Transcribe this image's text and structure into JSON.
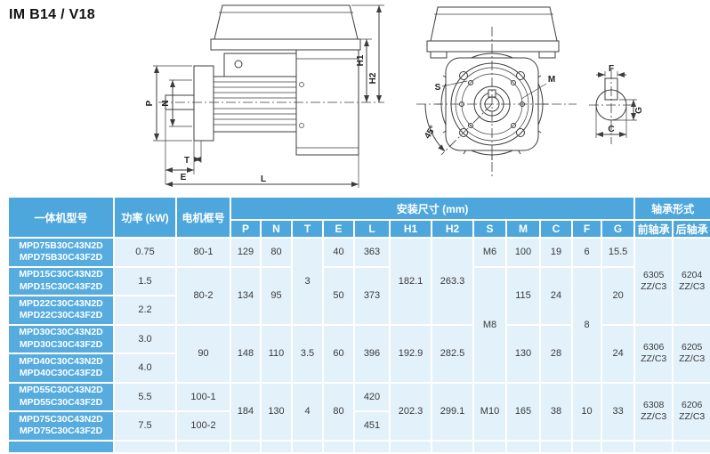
{
  "title": "IM B14 / V18",
  "drawing": {
    "side": {
      "p": "P",
      "n": "N",
      "t": "T",
      "e": "E",
      "l": "L",
      "h1": "H1",
      "h2": "H2"
    },
    "front": {
      "s": "S",
      "m": "M",
      "angle": "45°"
    },
    "shaft": {
      "f": "F",
      "g": "G",
      "c": "C"
    }
  },
  "table": {
    "header": {
      "model": "一体机型号",
      "power": "功率 (kW)",
      "frame": "电机框号",
      "mounting": "安装尺寸 (mm)",
      "bearing": "轴承形式",
      "dims": [
        "P",
        "N",
        "T",
        "E",
        "L",
        "H1",
        "H2",
        "S",
        "M",
        "C",
        "F",
        "G"
      ],
      "front": "前轴承",
      "rear": "后轴承"
    },
    "rows": [
      {
        "m1": "MPD75B30C43N2D",
        "m2": "MPD75B30C43F2D",
        "power": "0.75"
      },
      {
        "m1": "MPD15C30C43N2D",
        "m2": "MPD15C30C43F2D",
        "power": "1.5"
      },
      {
        "m1": "MPD22C30C43N2D",
        "m2": "MPD22C30C43F2D",
        "power": "2.2"
      },
      {
        "m1": "MPD30C30C43N2D",
        "m2": "MPD30C30C43F2D",
        "power": "3.0"
      },
      {
        "m1": "MPD40C30C43N2D",
        "m2": "MPD40C30C43F2D",
        "power": "4.0"
      },
      {
        "m1": "MPD55C30C43N2D",
        "m2": "MPD55C30C43F2D",
        "power": "5.5"
      },
      {
        "m1": "MPD75C30C43N2D",
        "m2": "MPD75C30C43F2D",
        "power": "7.5"
      }
    ],
    "cells": {
      "r1": {
        "frame": "80-1",
        "P": "129",
        "N": "80",
        "E": "40",
        "L": "363",
        "S": "M6",
        "M": "100",
        "C": "19",
        "F": "6",
        "G": "15.5"
      },
      "r1_3": {
        "T": "3",
        "H1": "182.1",
        "H2": "263.3",
        "front": "6305\nZZ/C3",
        "rear": "6204\nZZ/C3"
      },
      "r2_3": {
        "frame": "80-2",
        "P": "134",
        "N": "95",
        "E": "50",
        "L": "373",
        "M": "115",
        "C": "24",
        "G": "20"
      },
      "r2_5": {
        "S": "M8",
        "F": "8"
      },
      "r4_5": {
        "frame": "90",
        "P": "148",
        "N": "110",
        "T": "3.5",
        "E": "60",
        "L": "396",
        "H1": "192.9",
        "H2": "282.5",
        "M": "130",
        "C": "28",
        "G": "24",
        "front": "6306\nZZ/C3",
        "rear": "6205\nZZ/C3"
      },
      "r6_7": {
        "P": "184",
        "N": "130",
        "T": "4",
        "E": "80",
        "H1": "202.3",
        "H2": "299.1",
        "S": "M10",
        "M": "165",
        "C": "38",
        "F": "10",
        "G": "33",
        "front": "6308\nZZ/C3",
        "rear": "6206\nZZ/C3"
      },
      "r6": {
        "frame": "100-1",
        "L": "420"
      },
      "r7": {
        "frame": "100-2",
        "L": "451"
      }
    }
  },
  "colors": {
    "header_blue": "#4ea7dc",
    "model_blue": "#57acdf",
    "cell_blue": "#e2f1fa"
  }
}
